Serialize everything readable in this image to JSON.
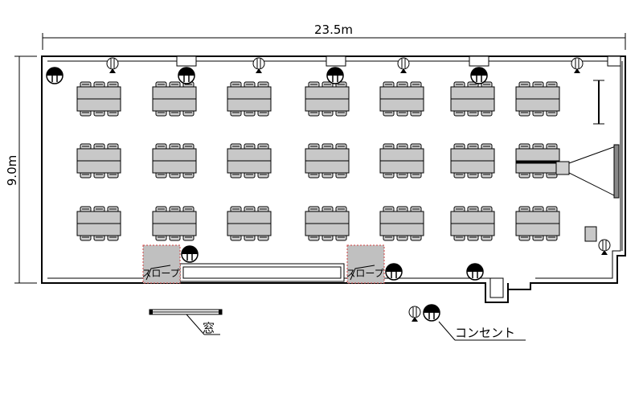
{
  "dimensions": {
    "width_label": "23.5m",
    "height_label": "9.0m"
  },
  "labels": {
    "slope_left": "スロープ",
    "slope_right": "スロープ",
    "window": "窓",
    "outlet": "コンセント"
  },
  "layout": {
    "rows": 3,
    "columns": 7,
    "chairs_per_side": 3
  },
  "colors": {
    "wall": "#000000",
    "table_fill": "#c8c8c8",
    "chair_fill": "#d0d0d0",
    "slope_fill": "#c0c0c0",
    "slope_border": "#d04040",
    "background": "#ffffff"
  },
  "legend": {
    "window_icon": "window-symbol",
    "outlet_icon": "outlet-symbol"
  }
}
